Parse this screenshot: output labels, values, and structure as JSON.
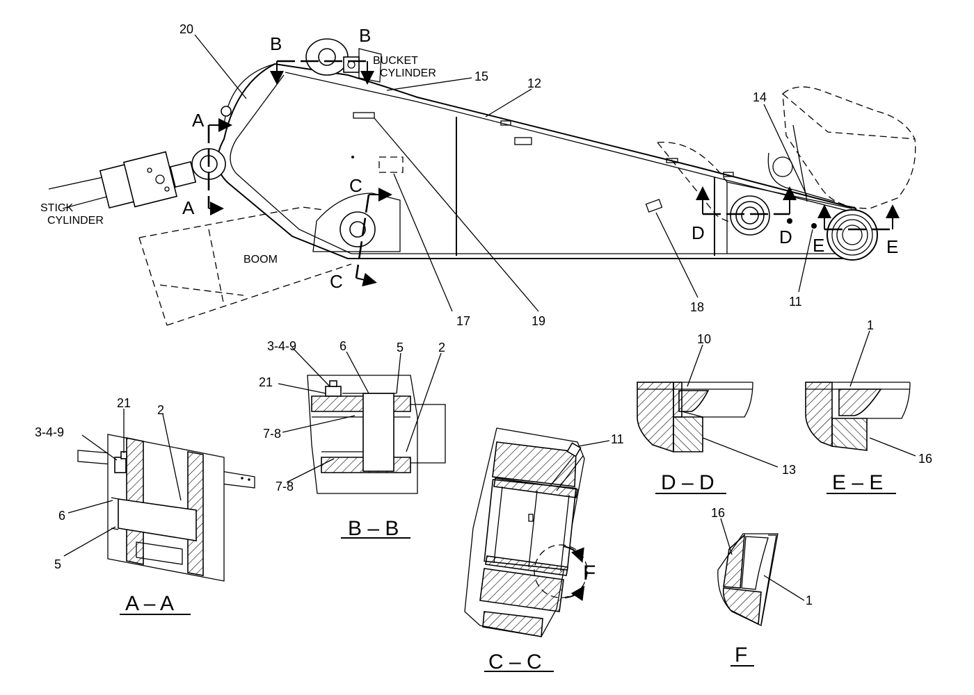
{
  "labels": {
    "l20": "20",
    "sectionMarkB": "B",
    "bucketCylinder1": "BUCKET",
    "bucketCylinder2": "CYLINDER",
    "l15": "15",
    "l12": "12",
    "l14": "14",
    "sectionMarkA": "A",
    "stickCylinder1": "STICK",
    "stickCylinder2": "CYLINDER",
    "sectionMarkC": "C",
    "boom": "BOOM",
    "sectionMarkD": "D",
    "sectionMarkE": "E",
    "l11": "11",
    "l17": "17",
    "l19": "19",
    "l18": "18",
    "l10": "10",
    "l1": "1",
    "l349": "3-4-9",
    "l6": "6",
    "l5": "5",
    "l2": "2",
    "l21": "21",
    "l78": "7-8",
    "l13": "13",
    "l16": "16",
    "sectionMarkF": "F"
  },
  "sections": {
    "aa": "A – A",
    "bb": "B – B",
    "cc": "C – C",
    "dd": "D – D",
    "ee": "E – E",
    "f": "F"
  },
  "colors": {
    "ink": "#000000",
    "paper": "#ffffff"
  }
}
